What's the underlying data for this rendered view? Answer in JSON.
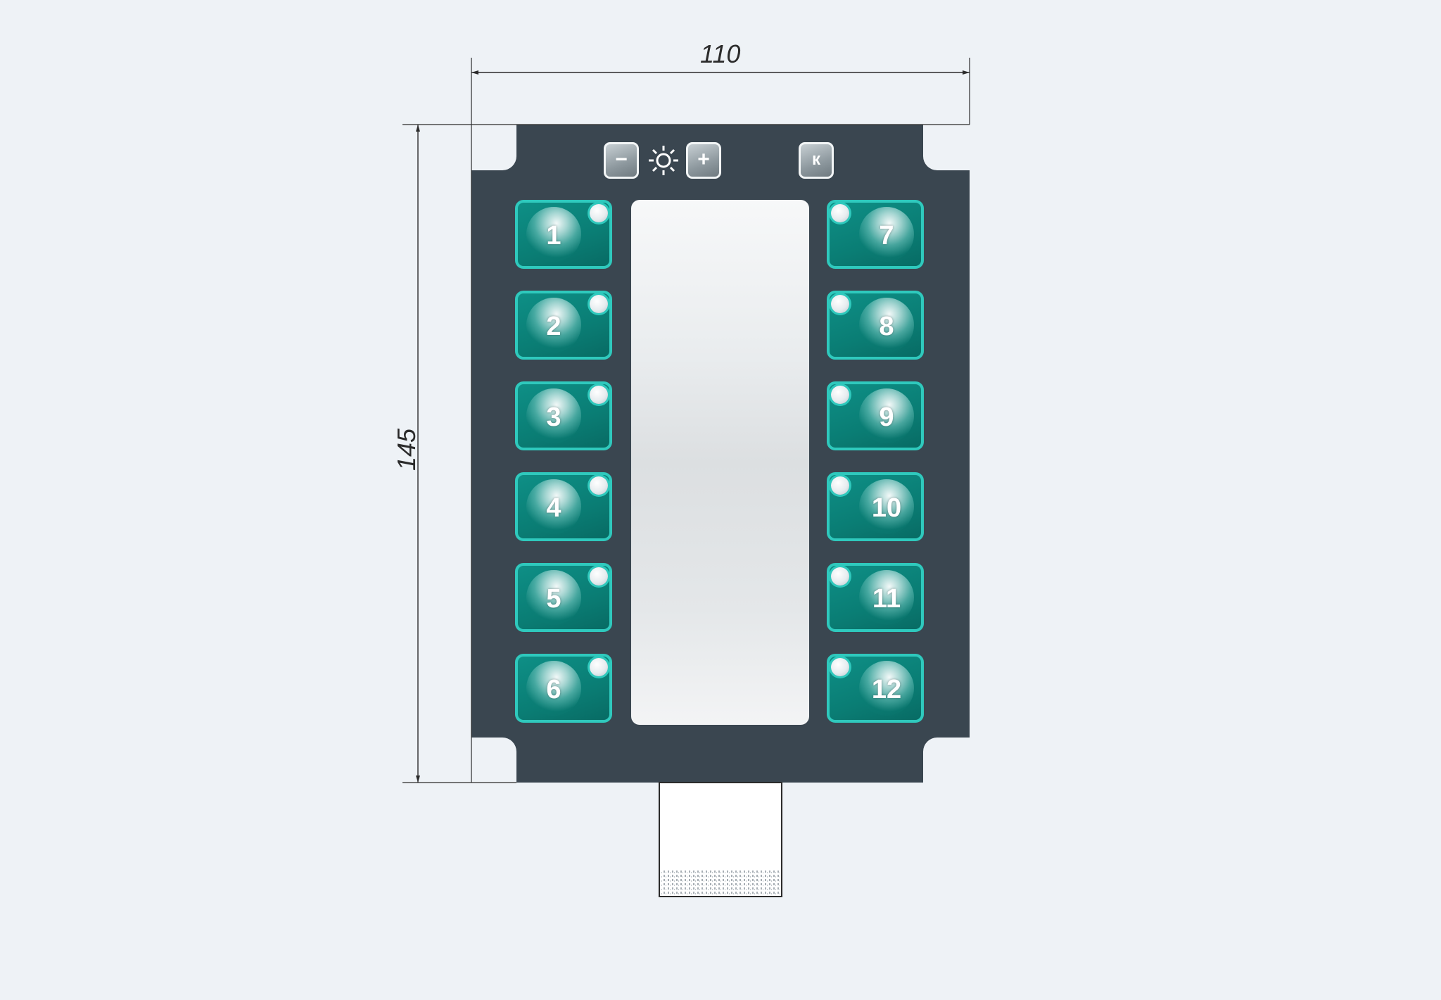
{
  "dimensions": {
    "width": "110",
    "height": "145"
  },
  "top_controls": {
    "minus": "−",
    "plus": "+",
    "k": "к",
    "brightness_icon": "sun-icon"
  },
  "keys_left": [
    "1",
    "2",
    "3",
    "4",
    "5",
    "6"
  ],
  "keys_right": [
    "7",
    "8",
    "9",
    "10",
    "11",
    "12"
  ],
  "colors": {
    "panel": "#3a4650",
    "key_fill": "#0a7d74",
    "key_border": "#2fc9bd",
    "background": "#eef2f6"
  }
}
